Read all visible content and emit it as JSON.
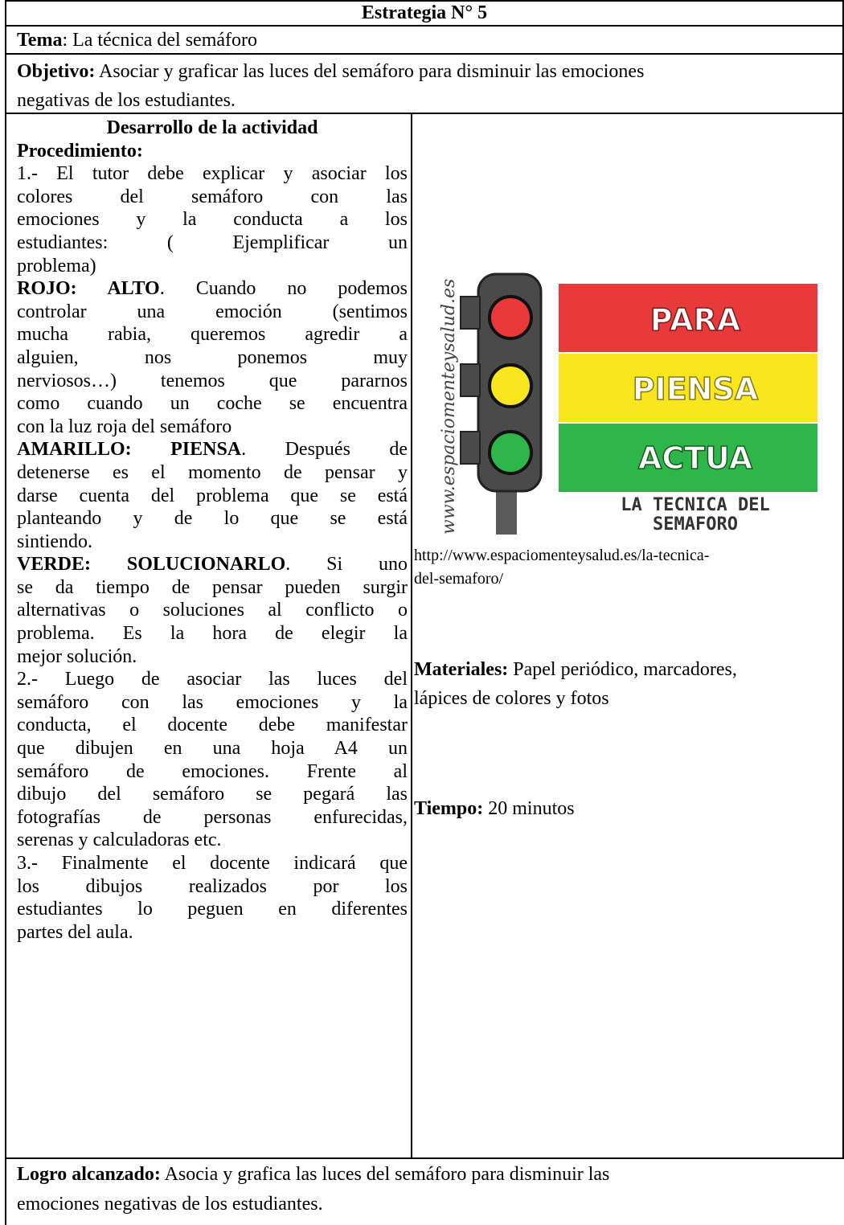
{
  "header": {
    "title": "Estrategia N° 5"
  },
  "tema": {
    "label": "Tema",
    "text": ": La técnica del semáforo"
  },
  "objetivo": {
    "label": "Objetivo:",
    "line1": "Asociar y graficar las luces del semáforo  para disminuir  las emociones",
    "line2": "negativas de los estudiantes."
  },
  "activity": {
    "heading": "Desarrollo de la actividad",
    "procedure_label": "Procedimiento:",
    "lines": [
      "1.- El tutor debe explicar y asociar los",
      "colores del semáforo con las",
      "emociones y la conducta a los",
      "estudiantes: ( Ejemplificar un",
      "problema)"
    ],
    "rojo_label": "ROJO: ALTO",
    "rojo_lines": [
      ". Cuando no podemos",
      "controlar una emoción (sentimos",
      "mucha rabia, queremos agredir a",
      "alguien, nos ponemos muy",
      "nerviosos…) tenemos que pararnos",
      "como cuando un coche se encuentra",
      "con la luz roja del semáforo"
    ],
    "amarillo_label": "AMARILLO: PIENSA",
    "amarillo_lines": [
      ". Después de",
      "detenerse es el momento de pensar y",
      "darse cuenta del problema que se está",
      "planteando y de lo que se está",
      "sintiendo."
    ],
    "verde_label": "VERDE: SOLUCIONARLO",
    "verde_lines": [
      ". Si uno",
      "se da tiempo de pensar pueden surgir",
      "alternativas o soluciones al conflicto o",
      "problema. Es la hora de elegir la",
      "mejor solución."
    ],
    "step2_lines": [
      "2.- Luego de asociar las luces del",
      "semáforo con las emociones y la",
      "conducta, el docente debe manifestar",
      "que dibujen en una hoja A4 un",
      "semáforo de emociones. Frente al",
      "dibujo del semáforo se pegará las",
      "fotografías de personas enfurecidas,",
      "serenas y calculadoras etc."
    ],
    "step3_lines": [
      "3.- Finalmente el docente indicará que",
      "los dibujos realizados por los",
      "estudiantes lo peguen en diferentes",
      "partes  del aula."
    ]
  },
  "image": {
    "watermark": "www.espaciomenteysalud.es",
    "para": "PARA",
    "piensa": "PIENSA",
    "actua": "ACTUA",
    "caption1": "LA TECNICA DEL",
    "caption2": "SEMAFORO",
    "colors": {
      "red": "#e83a3a",
      "yellow": "#fae61e",
      "green": "#2fb64a",
      "body": "#4a4a4a"
    }
  },
  "source": {
    "line1": "http://www.espaciomenteysalud.es/la-tecnica-",
    "line2": "del-semaforo/"
  },
  "materiales": {
    "label": "Materiales:",
    "line1": "Papel periódico, marcadores,",
    "line2": "lápices de colores y fotos"
  },
  "tiempo": {
    "label": "Tiempo:",
    "text": "20 minutos"
  },
  "logro": {
    "label": "Logro alcanzado:",
    "line1": "Asocia  y grafica  las luces del semáforo  para disminuir  las",
    "line2": "emociones negativas de los estudiantes."
  }
}
